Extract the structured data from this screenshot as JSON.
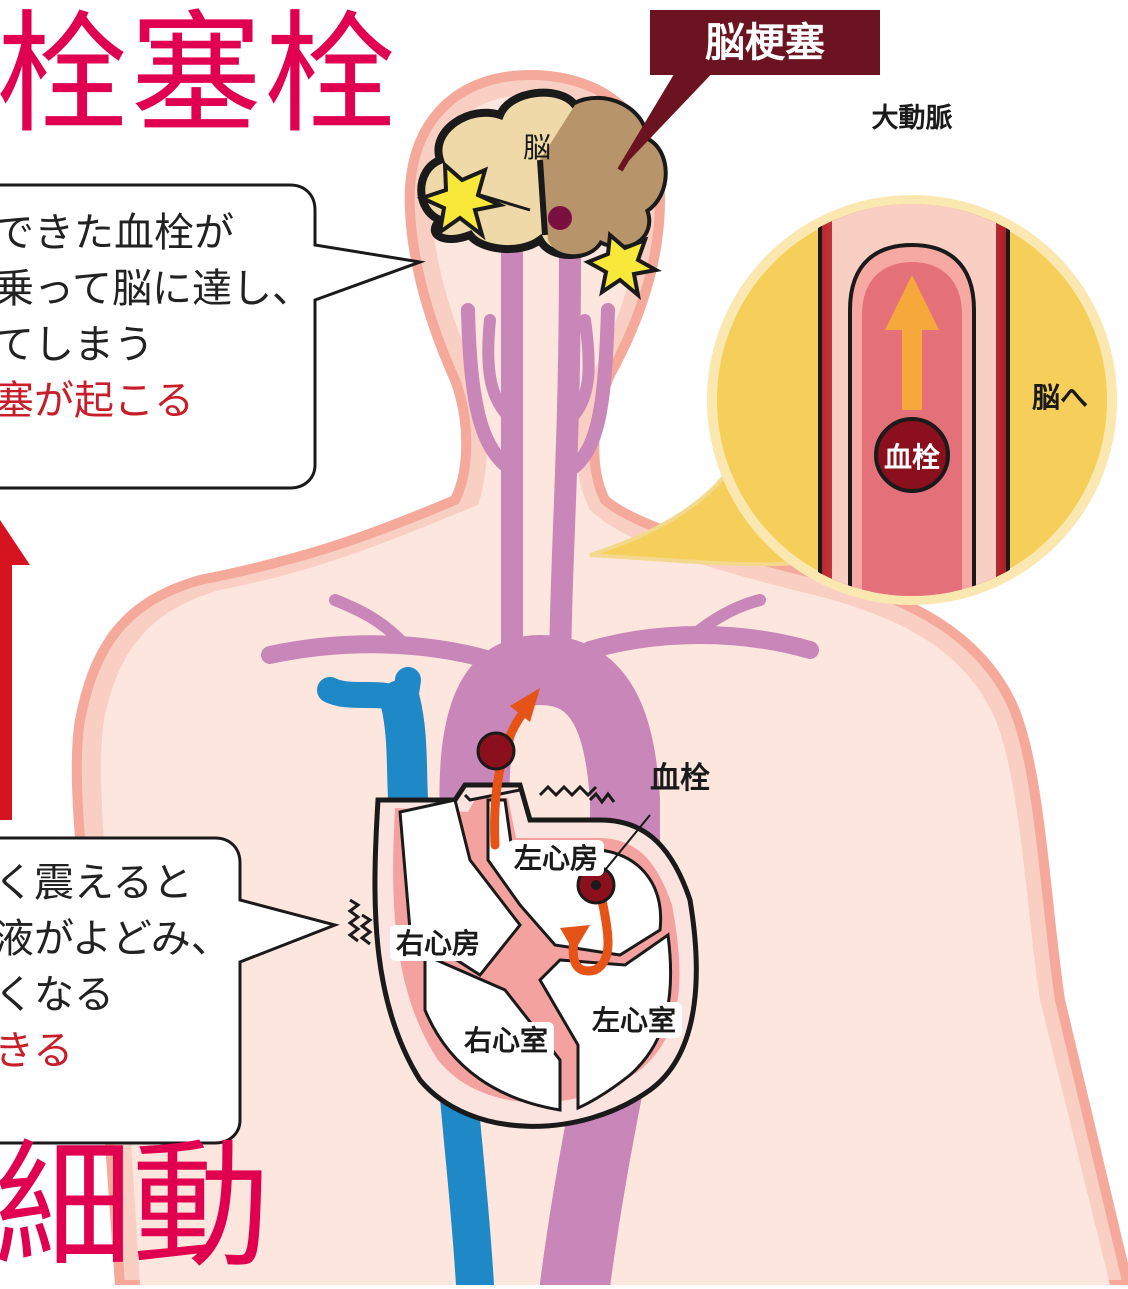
{
  "colors": {
    "title": "#e0004f",
    "skin": "#fbd9cf",
    "artery": "#c986b8",
    "vein": "#1f88c7",
    "clot": "#8b0f1c",
    "highlight_red": "#c81e2a",
    "zoom_bg": "#f5cf59"
  },
  "titles": {
    "top": "栓塞栓",
    "bottom": "細動"
  },
  "label_box": {
    "text": "脳梗塞"
  },
  "brain": {
    "label": "脳"
  },
  "top_bubble": {
    "lines": [
      "できた血栓が",
      "乗って脳に達し、",
      "てしまう"
    ],
    "highlight": "塞が起こる"
  },
  "bottom_bubble": {
    "lines": [
      "く震えると",
      "液がよどみ、",
      "くなる"
    ],
    "highlight": "きる"
  },
  "zoom": {
    "title": "大動脈",
    "direction": "脳へ",
    "clot_label": "血栓"
  },
  "heart": {
    "clot_label": "血栓",
    "left_atrium": "左心房",
    "right_atrium": "右心房",
    "left_ventricle": "左心室",
    "right_ventricle": "右心室"
  },
  "icons": [
    "brain-icon",
    "burst-icon",
    "arrow-up-icon",
    "clot-icon",
    "heart-icon",
    "vibration-icon"
  ]
}
